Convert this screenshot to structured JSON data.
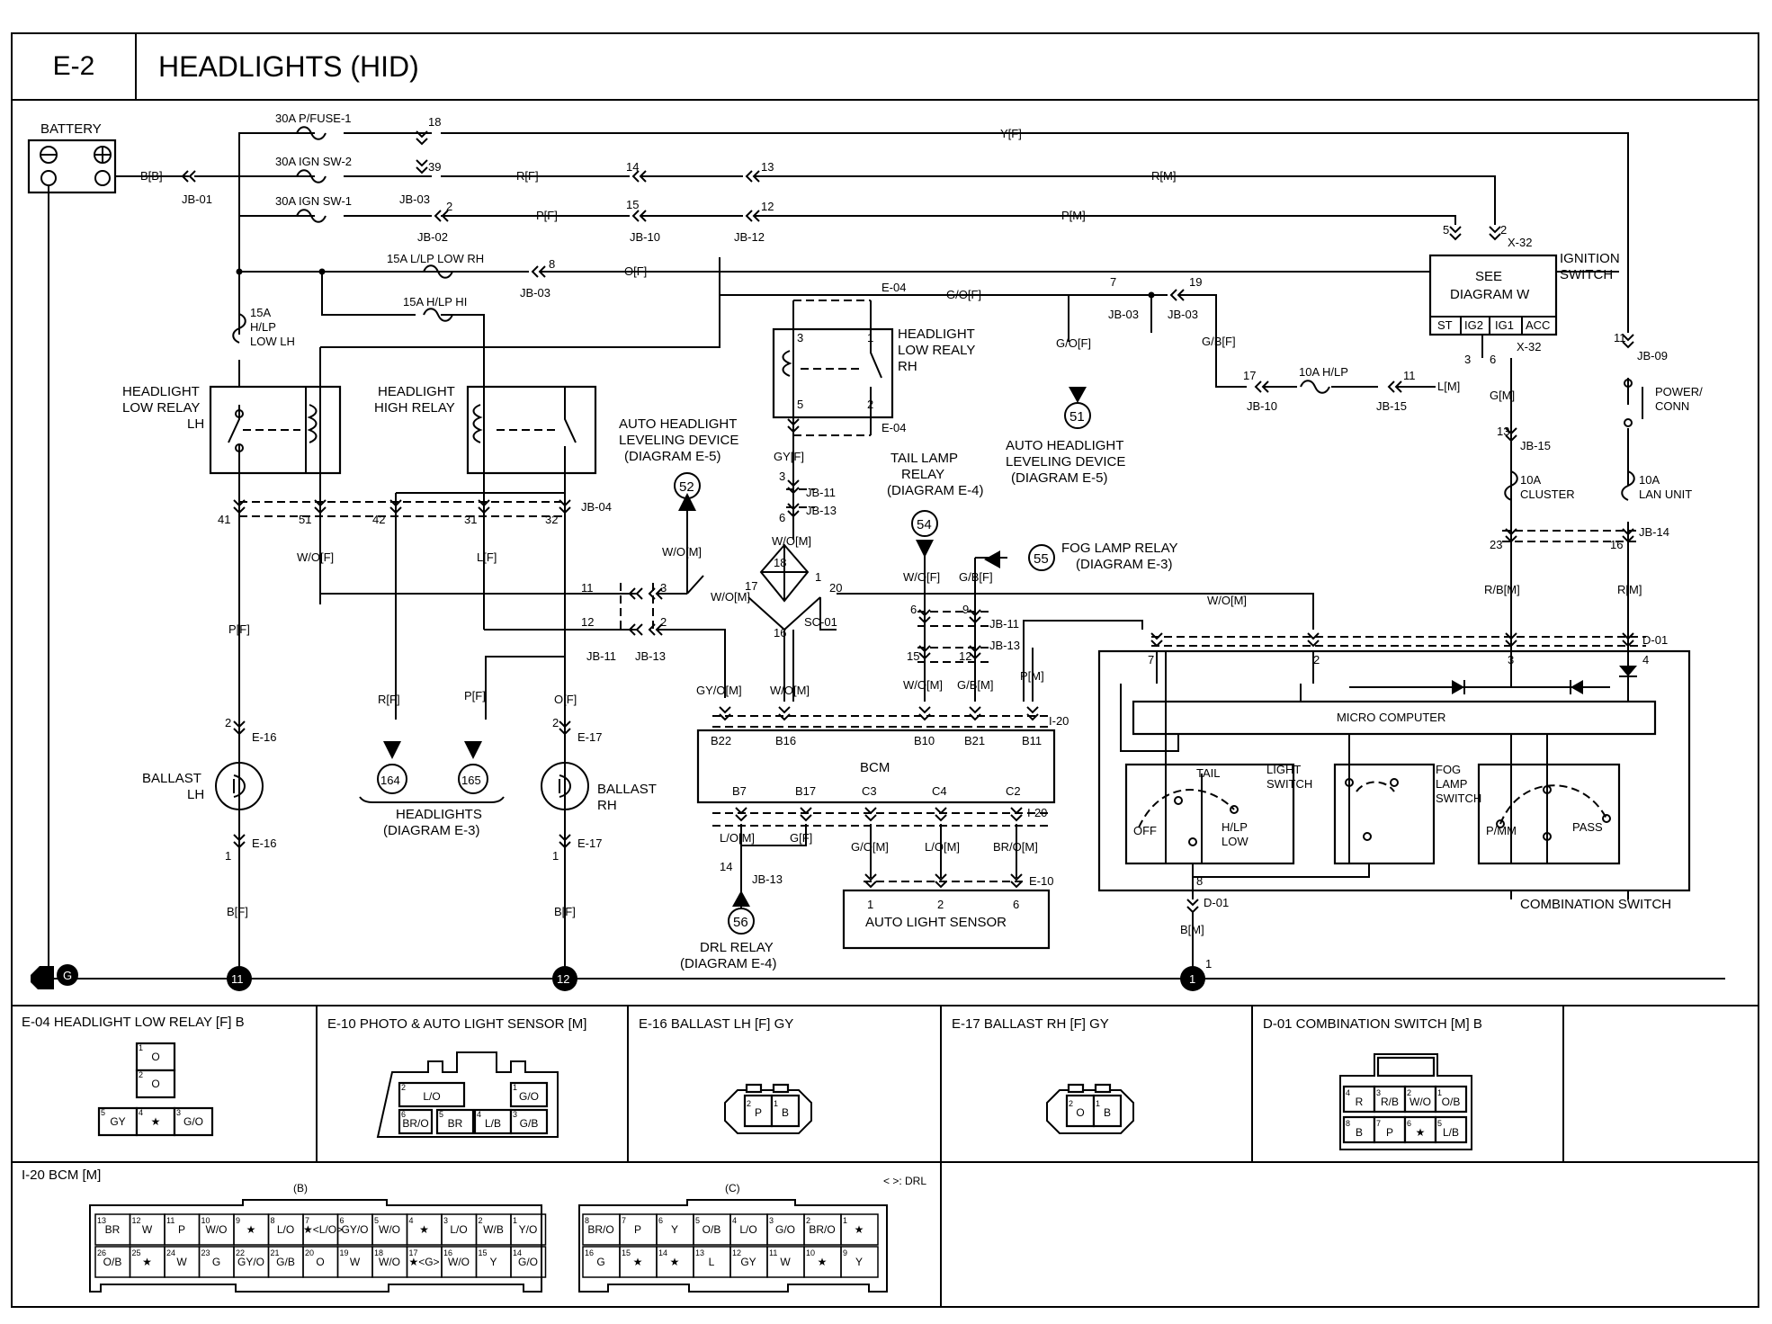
{
  "header": {
    "code": "E-2",
    "title": "HEADLIGHTS (HID)"
  },
  "main": {
    "battery": "BATTERY",
    "fuses": {
      "f1": "30A P/FUSE-1",
      "f2": "30A IGN SW-2",
      "f3": "30A IGN SW-1",
      "f4": "15A L/LP LOW RH",
      "f5": "15A H/LP HI",
      "f6": [
        "15A",
        "H/LP",
        "LOW LH"
      ],
      "f7": "10A H/LP",
      "f8": [
        "10A",
        "CLUSTER"
      ],
      "f9": [
        "10A",
        "LAN UNIT"
      ]
    },
    "junctions": {
      "jb01": "JB-01",
      "jb03a": "JB-03",
      "jb02": "JB-02",
      "jb10a": "JB-10",
      "jb12": "JB-12",
      "jb03b": "JB-03",
      "jb03c": "JB-03",
      "jb03d": "JB-03",
      "jb10b": "JB-10",
      "jb15a": "JB-15",
      "jb09": "JB-09",
      "jb15b": "JB-15",
      "jb14": "JB-14",
      "jb04": "JB-04",
      "jb11a": "JB-11",
      "jb13a": "JB-13",
      "jb11b": "JB-11",
      "jb13b": "JB-13",
      "jb11c": "JB-11",
      "jb13c": "JB-13",
      "jb13d": "JB-13",
      "sc01": "SC-01",
      "x32a": "X-32",
      "x32b": "X-32",
      "e04a": "E-04",
      "e04b": "E-04",
      "e16a": "E-16",
      "e16b": "E-16",
      "e17a": "E-17",
      "e17b": "E-17",
      "i20a": "I-20",
      "i20b": "I-20",
      "e10": "E-10",
      "d01a": "D-01",
      "d01b": "D-01"
    },
    "wires": {
      "bb": "B[B]",
      "yf": "Y[F]",
      "rf": "R[F]",
      "rm": "R[M]",
      "pf": "P[F]",
      "pm": "P[M]",
      "of": "O[F]",
      "gof": "G/O[F]",
      "gof2": "G/O[F]",
      "gbf": "G/B[F]",
      "lm": "L[M]",
      "gm": "G[M]",
      "rbm": "R/B[M]",
      "rm2": "R[M]",
      "wof": "W/O[F]",
      "lf": "L[F]",
      "wom": "W/O[M]",
      "wom2": "W/O[M]",
      "wom3": "W/O[M]",
      "wom4": "W/O[M]",
      "gyf": "GY[F]",
      "gyom": "GY/O[M]",
      "wom5": "W/O[M]",
      "wof2": "W/O[F]",
      "gbf2": "G/B[F]",
      "wom6": "W/O[M]",
      "gbm": "G/B[M]",
      "pm2": "P[M]",
      "pf2": "P[F]",
      "rf2": "R[F]",
      "pf3": "P[F]",
      "of2": "O[F]",
      "bf": "B[F]",
      "bf2": "B[F]",
      "bm": "B[M]",
      "lom": "L/O[M]",
      "gf": "G[F]",
      "gom": "G/O[M]",
      "lom2": "L/O[M]",
      "brom": "BR/O[M]"
    },
    "pins": {
      "p18": "18",
      "p39": "39",
      "p2a": "2",
      "p14": "14",
      "p13": "13",
      "p15": "15",
      "p12": "12",
      "p8": "8",
      "p7": "7",
      "p19": "19",
      "p17": "17",
      "p11": "11",
      "p5": "5",
      "p2b": "2",
      "p3": "3",
      "p6": "6",
      "p11b": "11",
      "p13b": "13",
      "p23": "23",
      "p16": "16",
      "p41": "41",
      "p51": "51",
      "p42": "42",
      "p31": "31",
      "p32": "32",
      "r3": "3",
      "r1": "1",
      "r5": "5",
      "r2": "2",
      "j11": "11",
      "j12": "12",
      "j3": "3",
      "j2": "2",
      "jb3": "3",
      "jb6": "6",
      "s18": "18",
      "s17": "17",
      "s1": "1",
      "s20": "20",
      "s16": "16",
      "t6": "6",
      "t9": "9",
      "t15": "15",
      "t12": "12",
      "e16p2": "2",
      "e16p1": "1",
      "e17p2": "2",
      "e17p1": "1",
      "d7": "7",
      "d2": "2",
      "d3": "3",
      "d4": "4",
      "d8": "8",
      "d1": "1",
      "c1": "1",
      "c2": "2",
      "c6": "6",
      "drl14": "14"
    },
    "components": {
      "relay_low_lh": [
        "HEADLIGHT",
        "LOW RELAY",
        "LH"
      ],
      "relay_high": [
        "HEADLIGHT",
        "HIGH RELAY"
      ],
      "relay_low_rh": [
        "HEADLIGHT",
        "LOW REALY",
        "RH"
      ],
      "ign_switch": [
        "IGNITION",
        "SWITCH"
      ],
      "see_diagram": [
        "SEE",
        "DIAGRAM W"
      ],
      "ign_terms": [
        "ST",
        "IG2",
        "IG1",
        "ACC"
      ],
      "power_conn": [
        "POWER/",
        "CONN"
      ],
      "ballast_lh": [
        "BALLAST",
        "LH"
      ],
      "ballast_rh": [
        "BALLAST",
        "RH"
      ],
      "headlights_ref": [
        "HEADLIGHTS",
        "(DIAGRAM E-3)"
      ],
      "auto_level_52": [
        "AUTO HEADLIGHT",
        "LEVELING DEVICE",
        "(DIAGRAM E-5)"
      ],
      "auto_level_51": [
        "AUTO HEADLIGHT",
        "LEVELING DEVICE",
        "(DIAGRAM E-5)"
      ],
      "tail_relay": [
        "TAIL LAMP",
        "RELAY",
        "(DIAGRAM E-4)"
      ],
      "fog_relay": [
        "FOG LAMP RELAY",
        "(DIAGRAM E-3)"
      ],
      "drl_relay": [
        "DRL RELAY",
        "(DIAGRAM E-4)"
      ],
      "bcm": "BCM",
      "bcm_top": [
        "B22",
        "B16",
        "B10",
        "B21",
        "B11"
      ],
      "bcm_bot": [
        "B7",
        "B17",
        "C3",
        "C4",
        "C2"
      ],
      "auto_light": "AUTO LIGHT SENSOR",
      "micro": "MICRO COMPUTER",
      "light_switch": [
        "LIGHT",
        "SWITCH"
      ],
      "fog_switch": [
        "FOG",
        "LAMP",
        "SWITCH"
      ],
      "combo": "COMBINATION SWITCH",
      "ls_pos": [
        "TAIL",
        "OFF",
        "H/LP",
        "LOW"
      ],
      "pass_pos": [
        "P/MM",
        "PASS"
      ],
      "ground": "G",
      "ground_nums": [
        "11",
        "12",
        "1"
      ],
      "refs": [
        "52",
        "51",
        "54",
        "55",
        "164",
        "165",
        "56"
      ]
    }
  },
  "connectors": {
    "e04": {
      "title": "E-04 HEADLIGHT LOW RELAY [F] B",
      "cells": [
        [
          "1",
          "O"
        ],
        [
          "2",
          "O"
        ],
        [
          "5",
          "GY"
        ],
        [
          "4",
          "★"
        ],
        [
          "3",
          "G/O"
        ]
      ]
    },
    "e10": {
      "title": "E-10 PHOTO & AUTO LIGHT SENSOR [M]",
      "cells": [
        [
          "2",
          "L/O"
        ],
        [
          "1",
          "G/O"
        ],
        [
          "6",
          "BR/O"
        ],
        [
          "5",
          "BR"
        ],
        [
          "4",
          "L/B"
        ],
        [
          "3",
          "G/B"
        ]
      ]
    },
    "e16": {
      "title": "E-16 BALLAST LH [F] GY",
      "cells": [
        [
          "2",
          "P"
        ],
        [
          "1",
          "B"
        ]
      ]
    },
    "e17": {
      "title": "E-17 BALLAST RH [F] GY",
      "cells": [
        [
          "2",
          "O"
        ],
        [
          "1",
          "B"
        ]
      ]
    },
    "d01": {
      "title": "D-01 COMBINATION SWITCH [M] B",
      "cells": [
        [
          "4",
          "R"
        ],
        [
          "3",
          "R/B"
        ],
        [
          "2",
          "W/O"
        ],
        [
          "1",
          "O/B"
        ],
        [
          "8",
          "B"
        ],
        [
          "7",
          "P"
        ],
        [
          "6",
          "★"
        ],
        [
          "5",
          "L/B"
        ]
      ]
    },
    "i20": {
      "title": "I-20 BCM [M]",
      "legend": "< >: DRL",
      "b_label": "(B)",
      "c_label": "(C)",
      "b_row1": [
        [
          "13",
          "BR"
        ],
        [
          "12",
          "W"
        ],
        [
          "11",
          "P"
        ],
        [
          "10",
          "W/O"
        ],
        [
          "9",
          "★"
        ],
        [
          "8",
          "L/O"
        ],
        [
          "7",
          "★<L/O>"
        ],
        [
          "6",
          "GY/O"
        ],
        [
          "5",
          "W/O"
        ],
        [
          "4",
          "★"
        ],
        [
          "3",
          "L/O"
        ],
        [
          "2",
          "W/B"
        ],
        [
          "1",
          "Y/O"
        ]
      ],
      "b_row2": [
        [
          "26",
          "O/B"
        ],
        [
          "25",
          "★"
        ],
        [
          "24",
          "W"
        ],
        [
          "23",
          "G"
        ],
        [
          "22",
          "GY/O"
        ],
        [
          "21",
          "G/B"
        ],
        [
          "20",
          "O"
        ],
        [
          "19",
          "W"
        ],
        [
          "18",
          "W/O"
        ],
        [
          "17",
          "★<G>"
        ],
        [
          "16",
          "W/O"
        ],
        [
          "15",
          "Y"
        ],
        [
          "14",
          "G/O"
        ]
      ],
      "c_row1": [
        [
          "8",
          "BR/O"
        ],
        [
          "7",
          "P"
        ],
        [
          "6",
          "Y"
        ],
        [
          "5",
          "O/B"
        ],
        [
          "4",
          "L/O"
        ],
        [
          "3",
          "G/O"
        ],
        [
          "2",
          "BR/O"
        ],
        [
          "1",
          "★"
        ]
      ],
      "c_row2": [
        [
          "16",
          "G"
        ],
        [
          "15",
          "★"
        ],
        [
          "14",
          "★"
        ],
        [
          "13",
          "L"
        ],
        [
          "12",
          "GY"
        ],
        [
          "11",
          "W"
        ],
        [
          "10",
          "★"
        ],
        [
          "9",
          "Y"
        ]
      ]
    }
  }
}
